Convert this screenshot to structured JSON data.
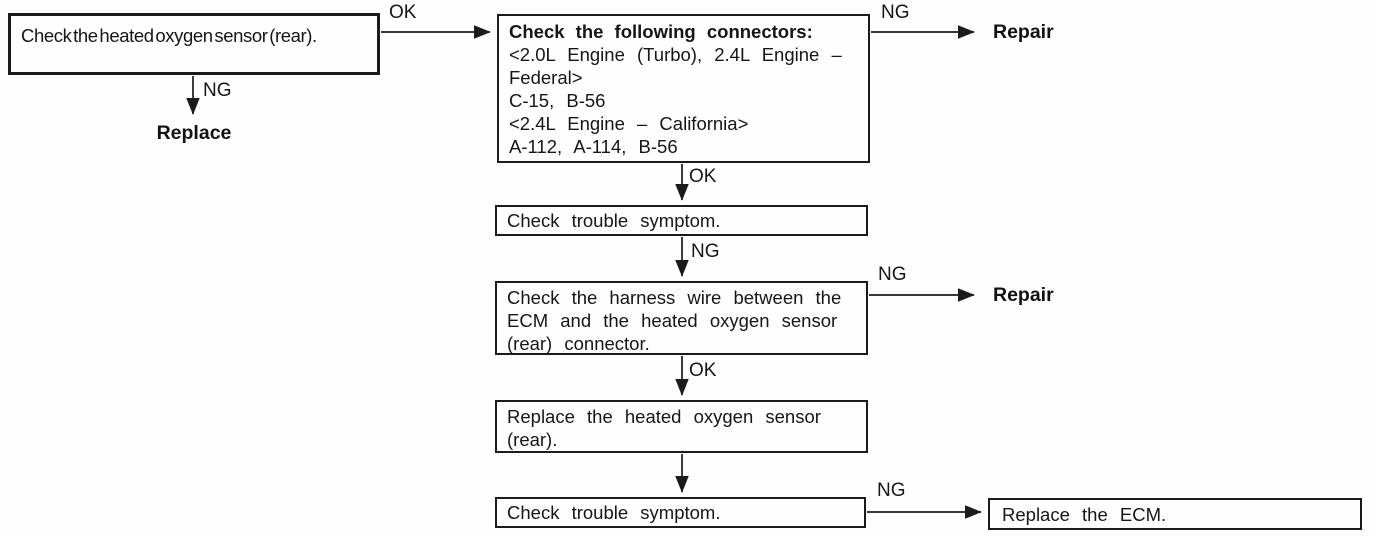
{
  "flowchart": {
    "boxes": {
      "check_sensor": {
        "text": "Check the heated oxygen sensor (rear)."
      },
      "check_connectors": {
        "title": "Check the following connectors:",
        "lines": [
          "<2.0L Engine (Turbo), 2.4L Engine –",
          "Federal>",
          "C-15, B-56",
          "<2.4L Engine – California>",
          "A-112, A-114, B-56"
        ]
      },
      "check_symptom_1": {
        "text": "Check trouble symptom."
      },
      "check_harness": {
        "lines": [
          "Check the harness wire between the",
          "ECM and the heated oxygen sensor",
          "(rear) connector."
        ]
      },
      "replace_sensor": {
        "lines": [
          "Replace the heated oxygen sensor",
          "(rear)."
        ]
      },
      "check_symptom_2": {
        "text": "Check trouble symptom."
      },
      "replace_ecm": {
        "text": "Replace the ECM."
      }
    },
    "labels": {
      "ok": "OK",
      "ng": "NG"
    },
    "terminals": {
      "replace": "Replace",
      "repair_1": "Repair",
      "repair_2": "Repair"
    },
    "colors": {
      "ink": "#1b1b1b",
      "paper": "#fefefe"
    }
  }
}
